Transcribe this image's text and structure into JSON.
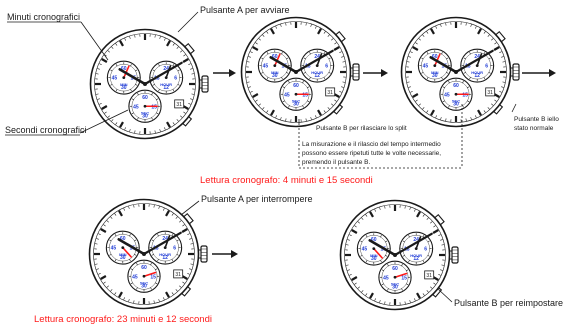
{
  "labels": {
    "minuti_cronografici": "Minuti cronografici",
    "secondi_cronografici": "Secondi cronografici",
    "pulsante_a_avviare": "Pulsante A per avviare",
    "pulsante_b_split": "Pulsante B per rilasciare lo split",
    "split_note": "La misurazione e il rilascio del tempo intermedio possono essere ripetuti tutte le volte necessarie, premendo il pulsante B.",
    "pulsante_b_stato": "Pulsante B iello stato normale",
    "lettura_1": "Lettura cronografo: 4 minuti e 15 secondi",
    "pulsante_a_interrompere": "Pulsante A per interrompere",
    "lettura_2": "Lettura cronografo: 23 minuti e 12 secondi",
    "pulsante_b_reimpostare": "Pulsante B per reimpostare"
  },
  "dial": {
    "subdial_left_numerals": [
      "60",
      "15",
      "45",
      "30"
    ],
    "subdial_right_numerals": [
      "24",
      "6",
      "18",
      "12"
    ],
    "subdial_bottom_numerals": [
      "60",
      "15",
      "45",
      "30"
    ],
    "subdial_left_label": "MIN",
    "subdial_right_label": "HOUR",
    "subdial_bottom_label": "SEC",
    "date_window": "31"
  },
  "watches": [
    {
      "id": "w1",
      "minute_hand": "4",
      "second_hand": "15"
    },
    {
      "id": "w2",
      "minute_hand": "4",
      "second_hand": "15"
    },
    {
      "id": "w3",
      "minute_hand": "4",
      "second_hand": "15"
    },
    {
      "id": "w4",
      "minute_hand": "23",
      "second_hand": "12"
    },
    {
      "id": "w5",
      "minute_hand": "23",
      "second_hand": "12"
    }
  ],
  "colors": {
    "accent_red": "#ff1a1a",
    "accent_blue": "#1f3bd6",
    "ink": "#1a1a1a"
  }
}
